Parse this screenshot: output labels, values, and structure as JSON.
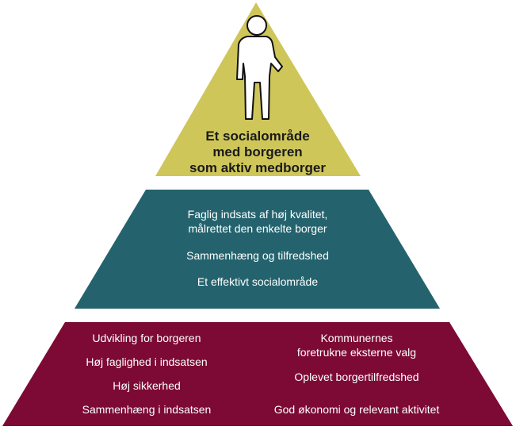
{
  "colors": {
    "top": "#cfc65a",
    "middle": "#24636e",
    "bottom": "#7c0a34",
    "figure_fill": "#ffffff",
    "figure_stroke": "#111111"
  },
  "figure_icon": "person-icon",
  "top": {
    "title_lines": [
      "Et socialområde",
      "med borgeren",
      "som aktiv medborger"
    ]
  },
  "middle": {
    "item1_lines": [
      "Faglig indsats af høj kvalitet,",
      "målrettet den enkelte borger"
    ],
    "item2": "Sammenhæng og tilfredshed",
    "item3": "Et effektivt socialområde"
  },
  "bottom": {
    "left": [
      "Udvikling for borgeren",
      "Høj faglighed i indsatsen",
      "Høj sikkerhed",
      "Sammenhæng i indsatsen"
    ],
    "right_item1_lines": [
      "Kommunernes",
      "foretrukne eksterne valg"
    ],
    "right_item2": "Oplevet borgertilfredshed",
    "right_item3": "God økonomi og relevant aktivitet"
  }
}
